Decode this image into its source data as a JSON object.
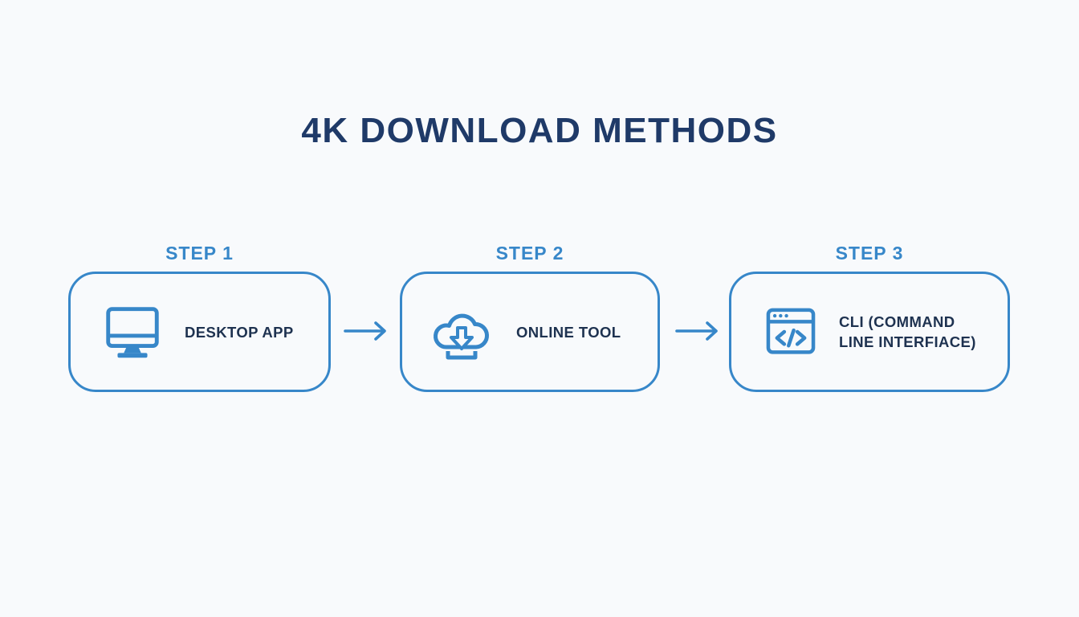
{
  "title": "4K DOWNLOAD METHODS",
  "colors": {
    "navy_title": "#1f3a68",
    "navy_text": "#1e3250",
    "blue_accent": "#3787c9",
    "background": "#f8fafc"
  },
  "steps": [
    {
      "label": "STEP 1",
      "method": "DESKTOP APP",
      "icon": "desktop-monitor-icon"
    },
    {
      "label": "STEP 2",
      "method": "ONLINE TOOL",
      "icon": "cloud-download-icon"
    },
    {
      "label": "STEP 3",
      "method": "CLI (COMMAND LINE INTERFIACE)",
      "icon": "code-window-icon"
    }
  ],
  "connectors": [
    {
      "icon": "right-arrow-icon"
    },
    {
      "icon": "right-arrow-icon"
    }
  ]
}
